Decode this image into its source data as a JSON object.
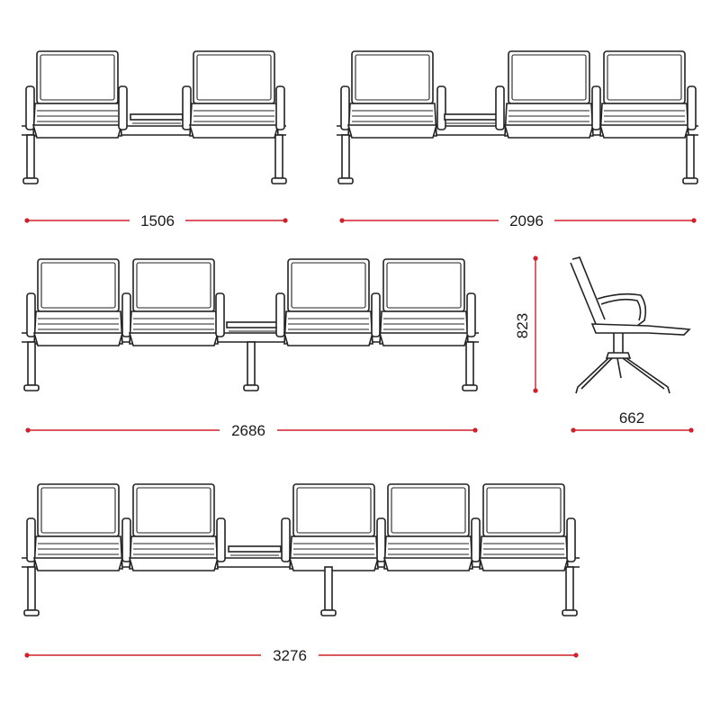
{
  "colors": {
    "dimension": "#d0212a",
    "line": "#222222",
    "text": "#1a1a1a"
  },
  "dimensions": {
    "row1_left": "1506",
    "row1_right": "2096",
    "row2": "2686",
    "height": "823",
    "depth": "662",
    "row3": "3276"
  }
}
